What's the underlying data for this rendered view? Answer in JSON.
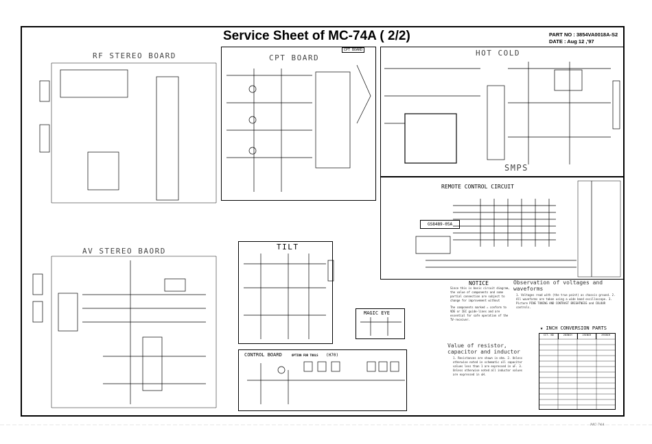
{
  "header": {
    "title": "Service Sheet of MC-74A   ( 2/2)",
    "part_no": "PART NO : 3854VA0018A-S2",
    "date": "DATE : Aug 12 ,'97"
  },
  "boards": {
    "rf_stereo": "RF STEREO BOARD",
    "cpt": "CPT BOARD",
    "cpt_tag": "CPT BOARD",
    "hot_cold": "HOT   COLD",
    "smps": "SMPS",
    "remote": "REMOTE CONTROL CIRCUIT",
    "remote_ic": "GS8489-05A",
    "av_stereo": "AV  STEREO  BAORD",
    "tilt": "TILT",
    "magic_eye": "MAGIC EYE",
    "control": "CONTROL BOARD",
    "control_option": "OPTION FOR TOOLS",
    "control_h70": "(H70)"
  },
  "notice": {
    "heading": "NOTICE",
    "body": "Since this is basic circuit diagram, the value of components and some partial connection are subject to change for improvement without notice.",
    "body2": "The components marked ⚠ conform to VDE or IEC guide-lines and are essential for safe operation of the TV-receiver."
  },
  "observation": {
    "heading": "Observation of voltages and waveforms",
    "body": "1. Voltages read with (the true point) as chassis ground. 2. All waveforms are taken using a wide band oscilloscope. 3. Picture PINE TUNING AND CONTRAST BRIGHTNESS and COLOUR controls."
  },
  "values": {
    "heading": "Value of resistor, capacitor and inductor",
    "body": "1. Resistances are shown in ohm. 2. Unless otherwise noted in schematic all capacitor values less than 1 are expressed in uF. 3. Unless otherwise noted all inductor values are expressed in uH."
  },
  "inch_table": {
    "heading": "★ INCH CONVERSION PARTS",
    "columns": [
      "CCT. NO",
      "20INCH",
      "25INCH",
      "29INCH"
    ]
  },
  "footer": "MC-74A"
}
